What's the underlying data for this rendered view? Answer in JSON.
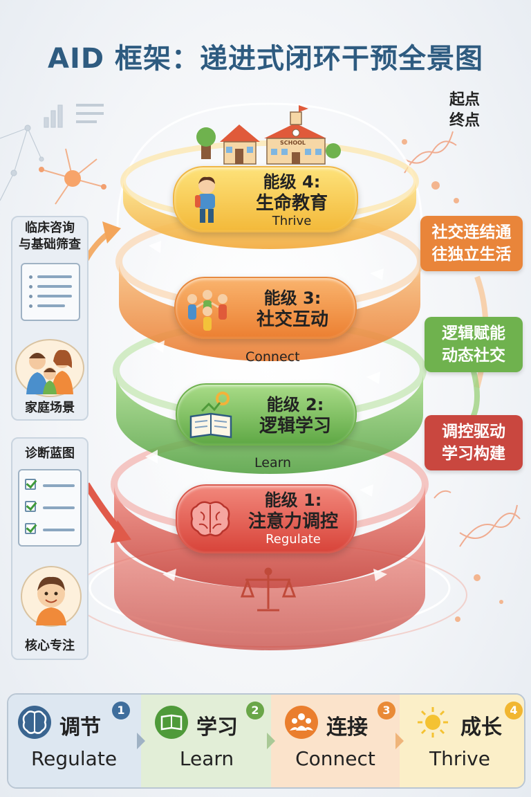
{
  "title": "AID 框架：递进式闭环干预全景图",
  "corner": {
    "start": "起点",
    "end": "终点"
  },
  "left_panel": {
    "clinical": "临床咨询\n与基础筛查",
    "family": "家庭场景",
    "diagnosis": "诊断蓝图",
    "focus": "核心专注"
  },
  "levels": [
    {
      "level": "能级 4:",
      "name": "生命教育",
      "en": "Thrive",
      "color": "#f6c844"
    },
    {
      "level": "能级 3:",
      "name": "社交互动",
      "en": "Connect",
      "color": "#f49a45"
    },
    {
      "level": "能级 2:",
      "name": "逻辑学习",
      "en": "Learn",
      "color": "#7fc35a"
    },
    {
      "level": "能级 1:",
      "name": "注意力调控",
      "en": "Regulate",
      "color": "#e0554a"
    }
  ],
  "right_callouts": [
    {
      "text": "社交连结通\n往独立生活",
      "color": "#e9853a"
    },
    {
      "text": "逻辑赋能\n动态社交",
      "color": "#6fb24e"
    },
    {
      "text": "调控驱动\n学习构建",
      "color": "#c9473f"
    }
  ],
  "school_sign": "SCHOOL",
  "bottom_bar": [
    {
      "zh": "调节",
      "en": "Regulate",
      "num": "1",
      "bg": "#dde7f1",
      "num_color": "#3f6e9c",
      "icon_color": "#3a6590",
      "icon": "brain-icon"
    },
    {
      "zh": "学习",
      "en": "Learn",
      "num": "2",
      "bg": "#e2eed7",
      "num_color": "#6aa648",
      "icon_color": "#4f9a3a",
      "icon": "book-icon"
    },
    {
      "zh": "连接",
      "en": "Connect",
      "num": "3",
      "bg": "#fbe3cb",
      "num_color": "#e98a36",
      "icon_color": "#ea7e2e",
      "icon": "people-icon"
    },
    {
      "zh": "成长",
      "en": "Thrive",
      "num": "4",
      "bg": "#fbefc8",
      "num_color": "#f1b631",
      "icon_color": "#f4c232",
      "icon": "sun-icon"
    }
  ]
}
